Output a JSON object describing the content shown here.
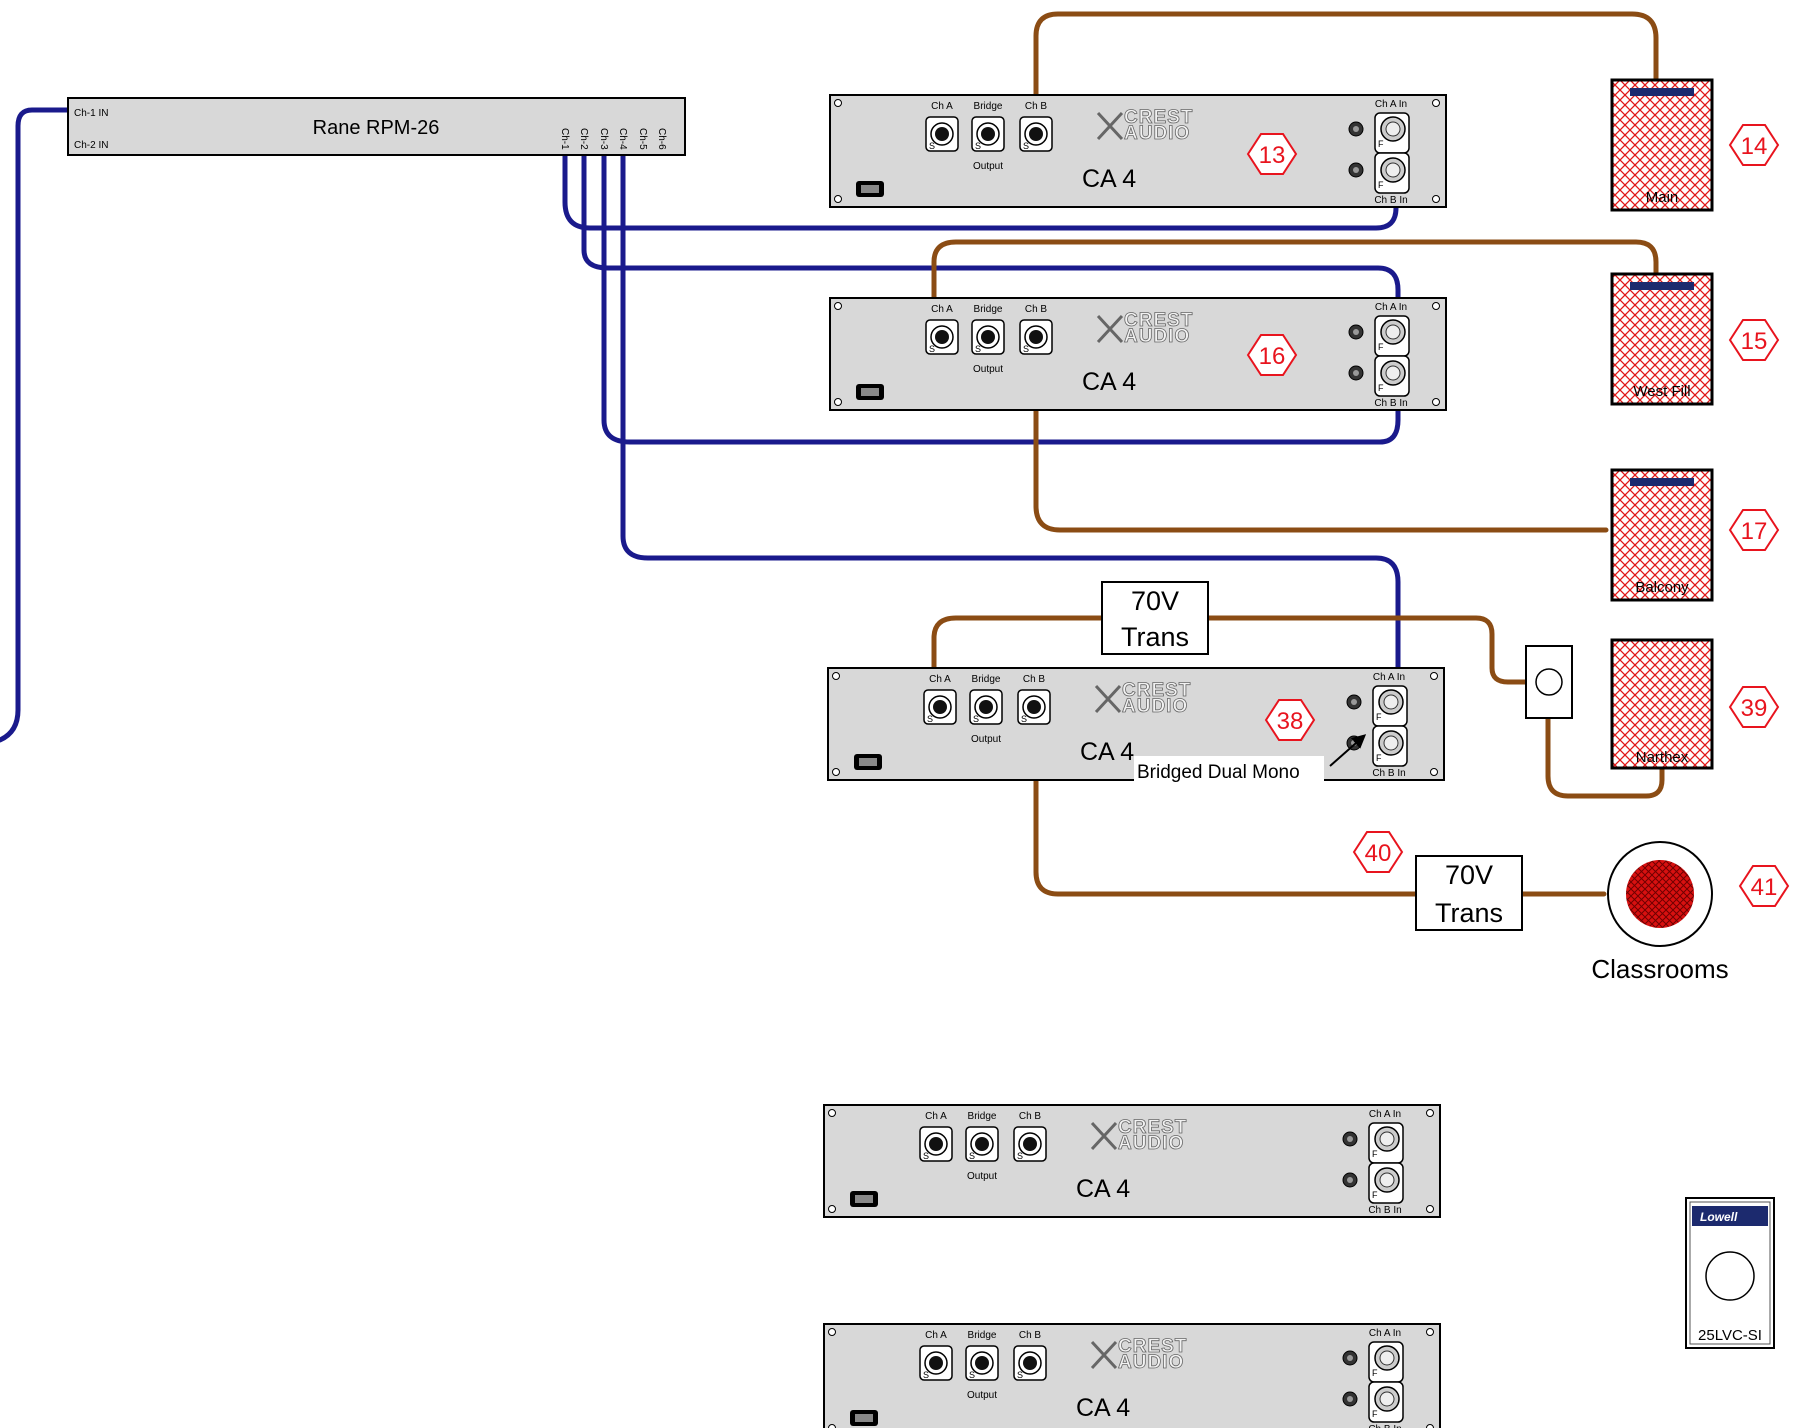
{
  "rane": {
    "title": "Rane RPM-26",
    "in1": "Ch-1 IN",
    "in2": "Ch-2 IN",
    "outs": [
      "Ch-1",
      "Ch-2",
      "Ch-3",
      "Ch-4",
      "Ch-5",
      "Ch-6"
    ]
  },
  "amp_common": {
    "model": "CA 4",
    "ch_a": "Ch A",
    "bridge": "Bridge",
    "ch_b": "Ch B",
    "output": "Output",
    "ch_a_in": "Ch A In",
    "ch_b_in": "Ch B In",
    "brand1": "CREST",
    "brand2": "AUDIO",
    "s": "S",
    "f": "F"
  },
  "tags": {
    "t13": "13",
    "t16": "16",
    "t38": "38",
    "t40": "40",
    "t14": "14",
    "t15": "15",
    "t17": "17",
    "t39": "39",
    "t41": "41"
  },
  "speakers": {
    "main": "Main",
    "west_fill": "West Fill",
    "balcony": "Balcony",
    "narthex": "Narthex",
    "classrooms": "Classrooms"
  },
  "transformers": {
    "line1": "70V",
    "line2": "Trans"
  },
  "notes": {
    "bridged": "Bridged Dual Mono"
  },
  "volume_control": {
    "brand": "Lowell",
    "model": "25LVC-SI"
  },
  "colors": {
    "signal_cable": "#1a1a8c",
    "speaker_cable": "#8b4c14",
    "tag_red": "#e8141e",
    "speaker_red": "#e01818",
    "device_fill": "#d8d8d8"
  }
}
